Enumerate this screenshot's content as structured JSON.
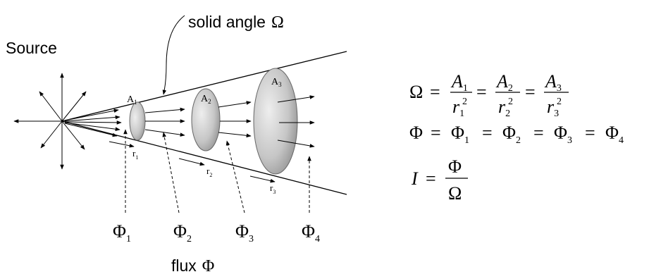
{
  "labels": {
    "source": "Source",
    "solid_angle": "solid angle",
    "omega_symbol": "Ω",
    "flux_word": "flux",
    "phi_symbol": "Φ"
  },
  "areas": [
    {
      "letter": "A",
      "sub": "1"
    },
    {
      "letter": "A",
      "sub": "2"
    },
    {
      "letter": "A",
      "sub": "3"
    }
  ],
  "radii": [
    {
      "letter": "r",
      "sub": "1"
    },
    {
      "letter": "r",
      "sub": "2"
    },
    {
      "letter": "r",
      "sub": "3"
    }
  ],
  "fluxes": [
    {
      "symbol": "Φ",
      "sub": "1"
    },
    {
      "symbol": "Φ",
      "sub": "2"
    },
    {
      "symbol": "Φ",
      "sub": "3"
    },
    {
      "symbol": "Φ",
      "sub": "4"
    }
  ],
  "equations": {
    "omega": "Ω",
    "equals": "=",
    "A": "A",
    "r": "r",
    "sub1": "1",
    "sub2": "2",
    "sub3": "3",
    "sub4": "4",
    "sq": "2",
    "Phi": "Φ",
    "I": "I"
  },
  "colors": {
    "ink": "#000000",
    "surface_fill": "#c8c8c8",
    "surface_edge": "#555555"
  }
}
